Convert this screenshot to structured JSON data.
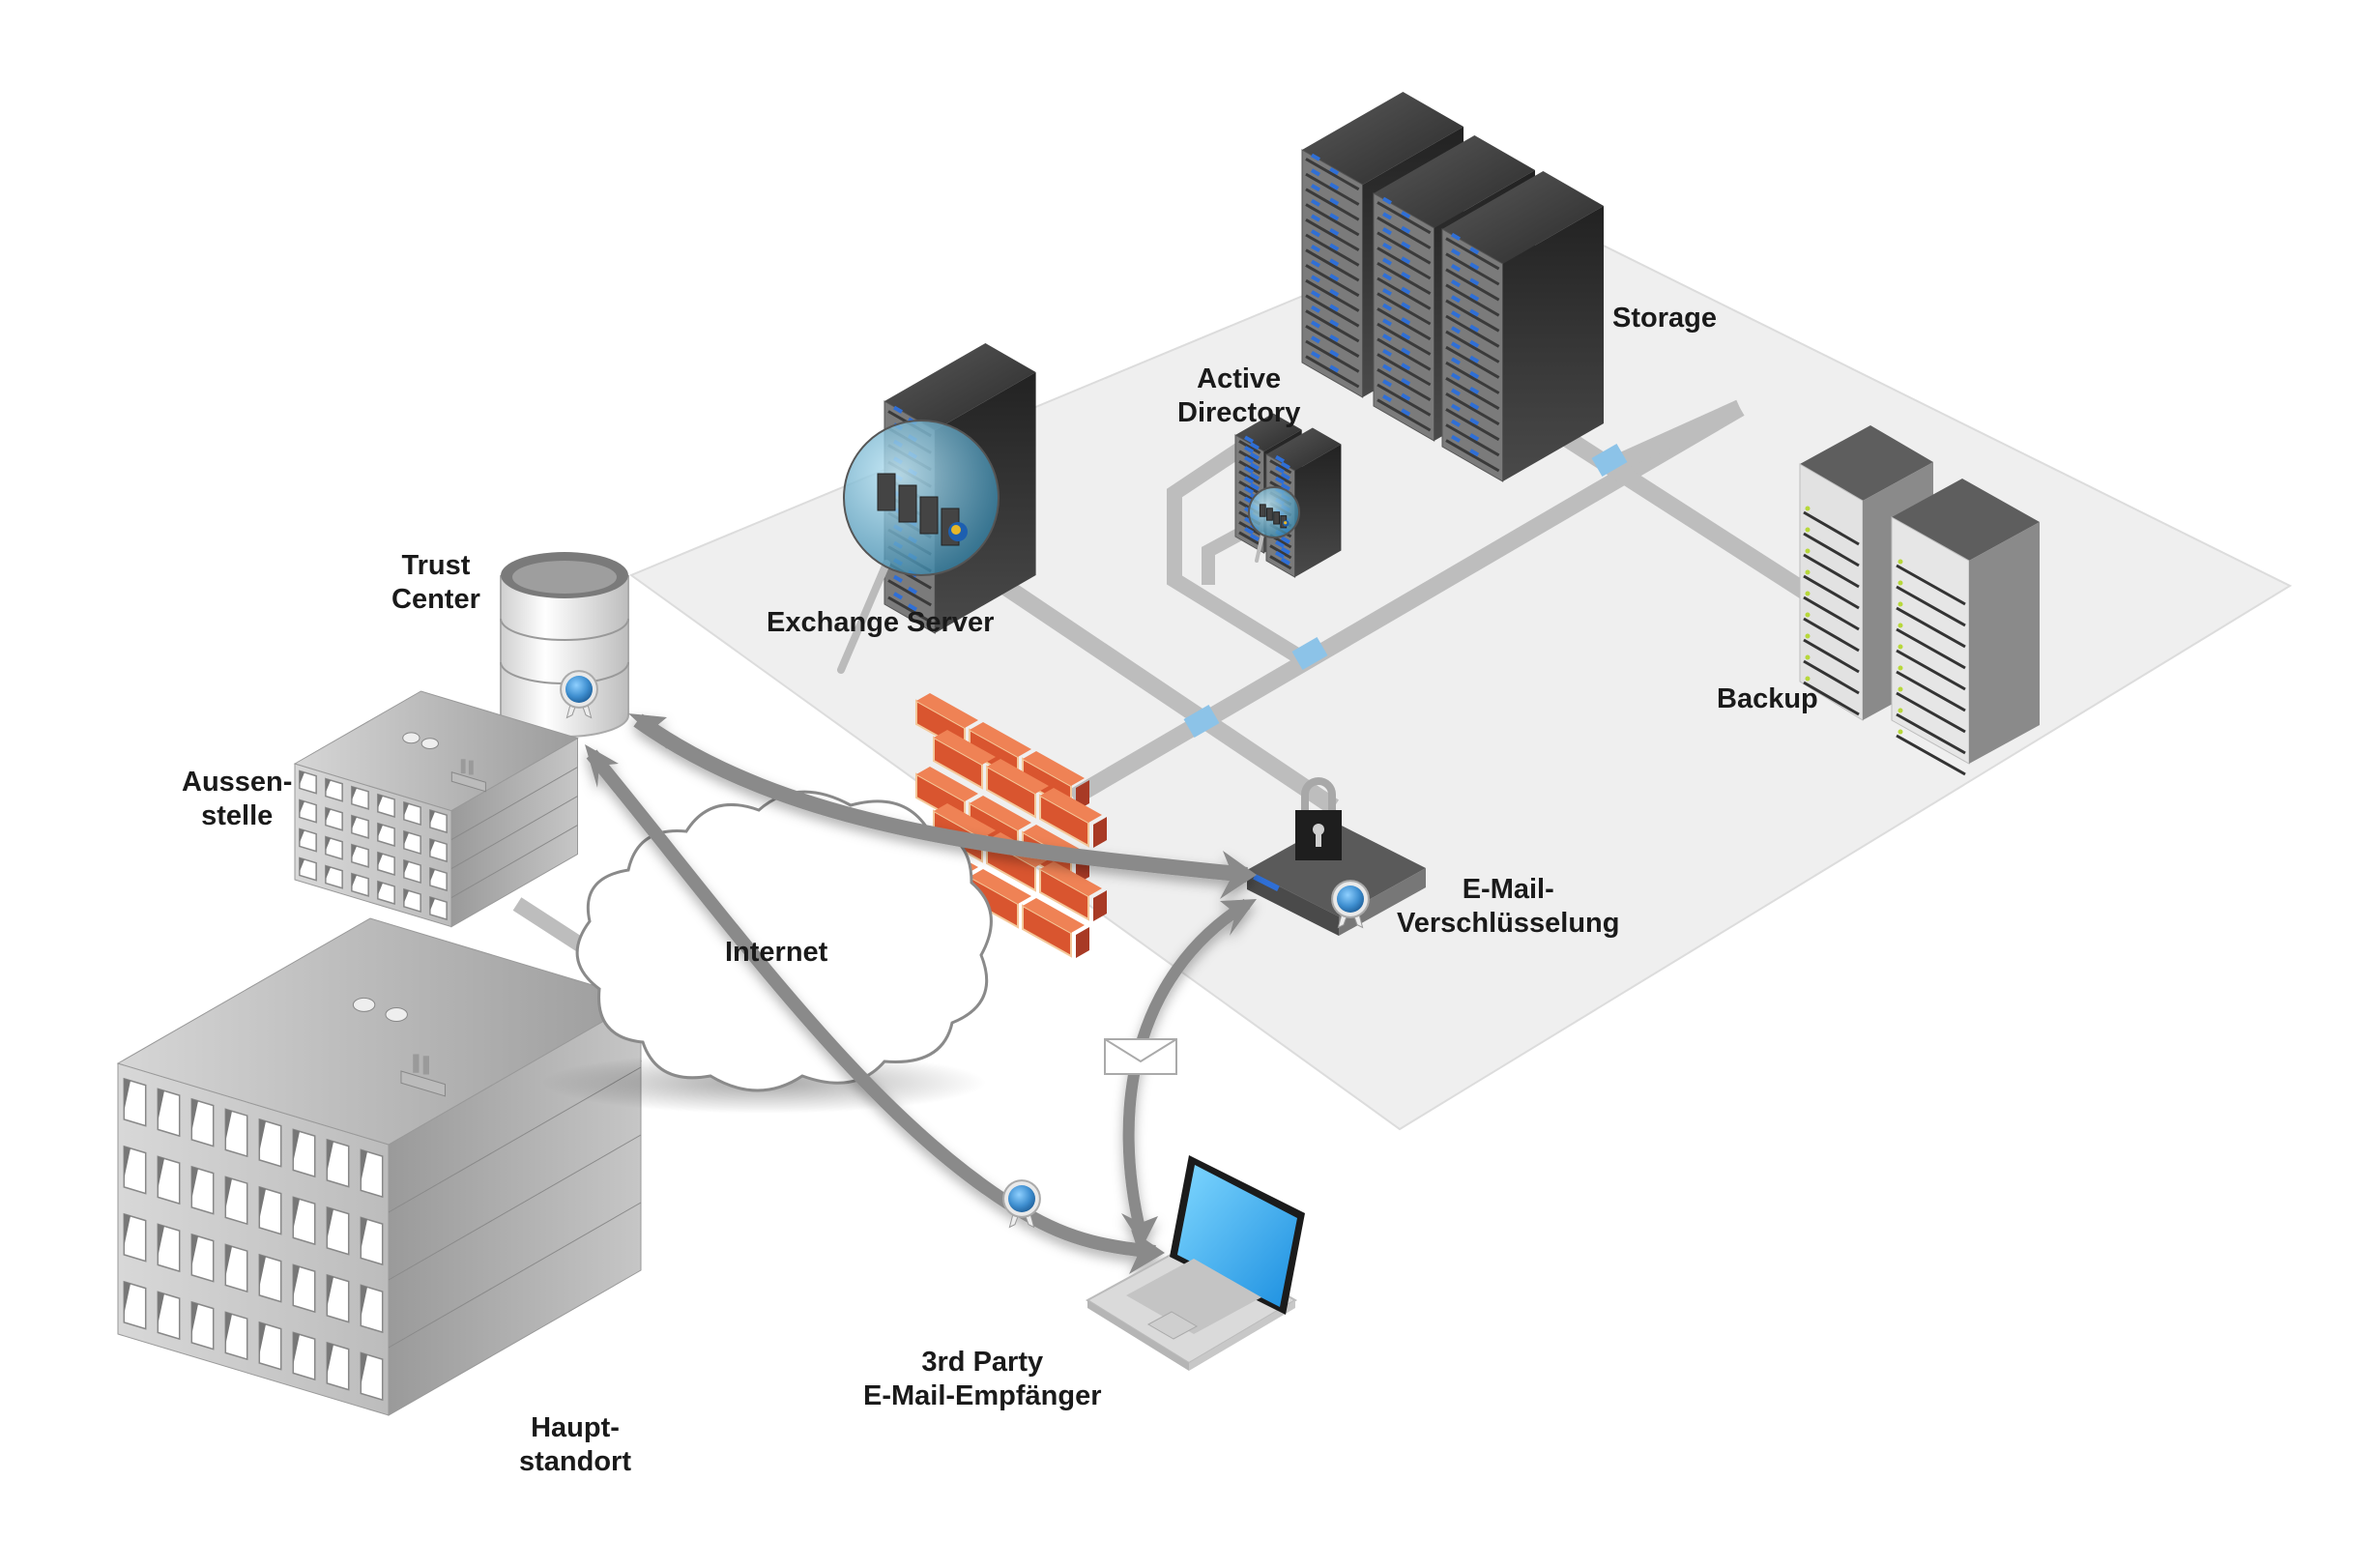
{
  "diagram": {
    "title": "E-Mail-Verschlüsselung Netzwerkübersicht",
    "nodes": {
      "storage": {
        "label": [
          "Storage"
        ]
      },
      "active_directory": {
        "label": [
          "Active",
          "Directory"
        ]
      },
      "exchange_server": {
        "label": [
          "Exchange Server"
        ]
      },
      "backup": {
        "label": [
          "Backup"
        ]
      },
      "trust_center": {
        "label": [
          "Trust",
          "Center"
        ]
      },
      "aussenstelle": {
        "label": [
          "Aussen-",
          "stelle"
        ]
      },
      "internet": {
        "label": [
          "Internet"
        ]
      },
      "email_encryption": {
        "label": [
          "E-Mail-",
          "Verschlüsselung"
        ]
      },
      "third_party": {
        "label": [
          "3rd Party",
          "E-Mail-Empfänger"
        ]
      },
      "hauptstandort": {
        "label": [
          "Haupt-",
          "standort"
        ]
      }
    },
    "icons": {
      "storage": "server-rack-icon",
      "active_directory": "server-rack-icon",
      "exchange_server": "server-rack-icon",
      "backup": "backup-rack-icon",
      "trust_center": "database-icon",
      "firewall": "firewall-icon",
      "email_encryption": "lock-appliance-icon",
      "certificate": "certificate-badge-icon",
      "envelope": "envelope-icon",
      "laptop": "laptop-icon",
      "cloud": "cloud-icon",
      "building": "building-icon"
    },
    "edges": [
      {
        "from": "trust_center",
        "to": "email_encryption",
        "style": "arrow",
        "direction": "both"
      },
      {
        "from": "trust_center",
        "to": "third_party",
        "style": "arrow",
        "direction": "both",
        "badge": "certificate"
      },
      {
        "from": "third_party",
        "to": "email_encryption",
        "style": "arrow",
        "direction": "both",
        "badge": "envelope"
      },
      {
        "from": "exchange_server",
        "to": "email_encryption",
        "style": "pipe"
      },
      {
        "from": "firewall",
        "to": "storage",
        "style": "pipe"
      },
      {
        "from": "storage",
        "to": "backup",
        "style": "pipe"
      },
      {
        "from": "active_directory",
        "to": "lan",
        "style": "pipe"
      },
      {
        "from": "aussenstelle",
        "to": "internet",
        "style": "pipe"
      },
      {
        "from": "hauptstandort",
        "to": "internet",
        "style": "pipe"
      }
    ],
    "colors": {
      "floor": "#efefef",
      "pipe": "#c8c8c8",
      "pipe_joint": "#8cc3e8",
      "rack_dark": "#2e2e2e",
      "rack_led": "#2f6fd6",
      "brick": "#e0663e",
      "badge_blue": "#3f8fd0",
      "screen_blue": "#2fa9ef",
      "label": "#1a1a1a"
    }
  }
}
